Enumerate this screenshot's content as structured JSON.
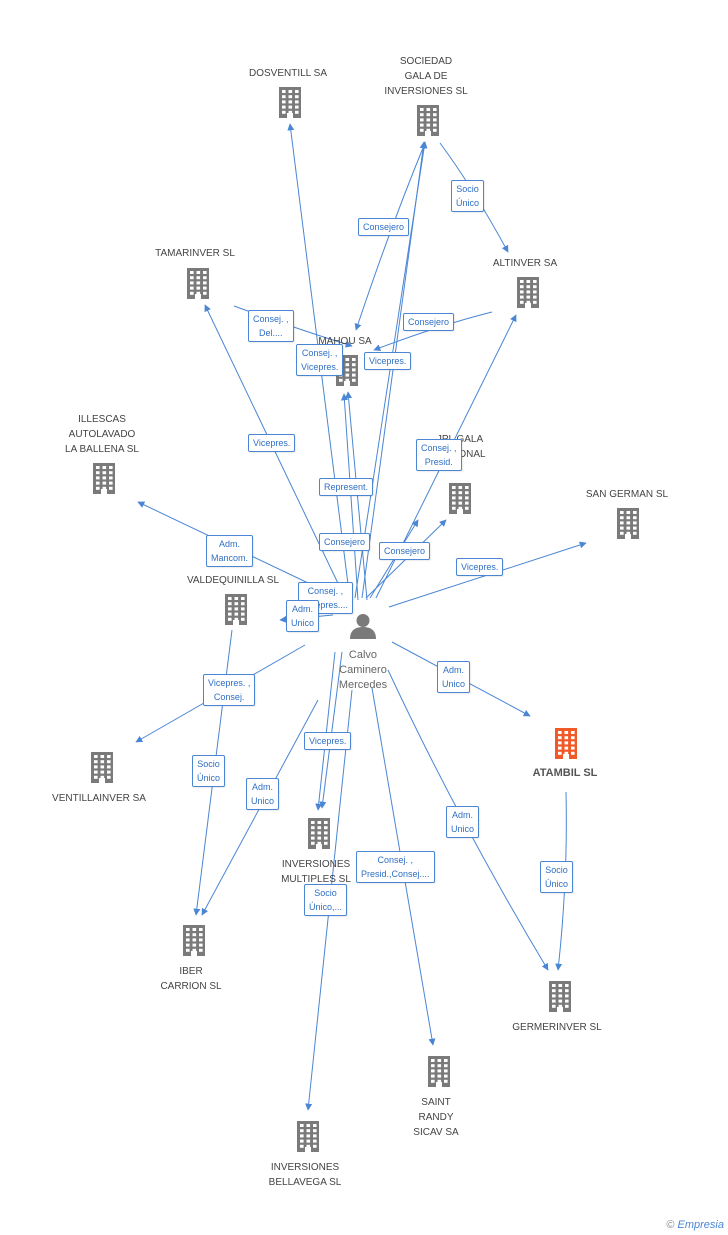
{
  "colors": {
    "edge": "#4a86d4",
    "node": "#7a7a7a",
    "focus": "#f05a28",
    "label": "#444444"
  },
  "nodes": [
    {
      "id": "dosventill",
      "label": [
        "DOSVENTILL SA"
      ],
      "icon": "building-icon"
    },
    {
      "id": "sociedad-gala",
      "label": [
        "SOCIEDAD",
        "GALA DE",
        "INVERSIONES SL"
      ],
      "icon": "building-icon"
    },
    {
      "id": "tamarinver",
      "label": [
        "TAMARINVER SL"
      ],
      "icon": "building-icon"
    },
    {
      "id": "altinver",
      "label": [
        "ALTINVER SA"
      ],
      "icon": "building-icon"
    },
    {
      "id": "mahou",
      "label": [
        "MAHOU SA"
      ],
      "icon": "building-icon"
    },
    {
      "id": "illescas",
      "label": [
        "ILLESCAS",
        "AUTOLAVADO",
        "LA BALLENA SL"
      ],
      "icon": "building-icon"
    },
    {
      "id": "jpl-gala",
      "label": [
        "JPL GALA",
        "NACIONAL"
      ],
      "icon": "building-icon"
    },
    {
      "id": "san-german",
      "label": [
        "SAN GERMAN SL"
      ],
      "icon": "building-icon"
    },
    {
      "id": "valdequinilla",
      "label": [
        "VALDEQUINILLA SL"
      ],
      "icon": "building-icon"
    },
    {
      "id": "ventillainver",
      "label": [
        "VENTILLAINVER SA"
      ],
      "icon": "building-icon"
    },
    {
      "id": "atambil",
      "label": [
        "ATAMBIL SL"
      ],
      "icon": "building-icon",
      "focus": true
    },
    {
      "id": "inversiones-multiples",
      "label": [
        "INVERSIONES",
        "MULTIPLES SL"
      ],
      "icon": "building-icon"
    },
    {
      "id": "iber-carrion",
      "label": [
        "IBER",
        "CARRION SL"
      ],
      "icon": "building-icon"
    },
    {
      "id": "germerinver",
      "label": [
        "GERMERINVER SL"
      ],
      "icon": "building-icon"
    },
    {
      "id": "saint-randy",
      "label": [
        "SAINT",
        "RANDY",
        "SICAV SA"
      ],
      "icon": "building-icon"
    },
    {
      "id": "inversiones-bellavega",
      "label": [
        "INVERSIONES",
        "BELLAVEGA SL"
      ],
      "icon": "building-icon"
    }
  ],
  "person": {
    "label": [
      "Calvo",
      "Caminero",
      "Mercedes"
    ],
    "icon": "person-icon"
  },
  "edge_labels": [
    {
      "id": "e-consejero-1",
      "lines": [
        "Consejero"
      ]
    },
    {
      "id": "e-socio-unico-1",
      "lines": [
        "Socio",
        "Único"
      ]
    },
    {
      "id": "e-consej-del",
      "lines": [
        "Consej. ,",
        "Del...."
      ]
    },
    {
      "id": "e-consejero-2",
      "lines": [
        "Consejero"
      ]
    },
    {
      "id": "e-consej-vicepres",
      "lines": [
        "Consej. ,",
        "Vicepres."
      ]
    },
    {
      "id": "e-vicepres-1",
      "lines": [
        "Vicepres."
      ]
    },
    {
      "id": "e-vicepres-2",
      "lines": [
        "Vicepres."
      ]
    },
    {
      "id": "e-consej-presid",
      "lines": [
        "Consej. ,",
        "Presid."
      ]
    },
    {
      "id": "e-represent",
      "lines": [
        "Represent."
      ]
    },
    {
      "id": "e-adm-mancom",
      "lines": [
        "Adm.",
        "Mancom."
      ]
    },
    {
      "id": "e-consejero-3",
      "lines": [
        "Consejero"
      ]
    },
    {
      "id": "e-consejero-4",
      "lines": [
        "Consejero"
      ]
    },
    {
      "id": "e-vicepres-3",
      "lines": [
        "Vicepres."
      ]
    },
    {
      "id": "e-consej-vicepres-2",
      "lines": [
        "Consej. ,",
        "Vicepres...."
      ]
    },
    {
      "id": "e-adm-unico-1",
      "lines": [
        "Adm.",
        "Unico"
      ]
    },
    {
      "id": "e-adm-unico-2",
      "lines": [
        "Adm.",
        "Unico"
      ]
    },
    {
      "id": "e-vicepres-consej",
      "lines": [
        "Vicepres. ,",
        "Consej."
      ]
    },
    {
      "id": "e-socio-unico-2",
      "lines": [
        "Socio",
        "Único"
      ]
    },
    {
      "id": "e-vicepres-4",
      "lines": [
        "Vicepres."
      ]
    },
    {
      "id": "e-adm-unico-3",
      "lines": [
        "Adm.",
        "Unico"
      ]
    },
    {
      "id": "e-adm-unico-4",
      "lines": [
        "Adm.",
        "Unico"
      ]
    },
    {
      "id": "e-socio-unico-3",
      "lines": [
        "Socio",
        "Único"
      ]
    },
    {
      "id": "e-consej-presid-consej",
      "lines": [
        "Consej. ,",
        "Presid.,Consej...."
      ]
    },
    {
      "id": "e-socio-unico-4",
      "lines": [
        "Socio",
        "Único,..."
      ]
    }
  ],
  "watermark": {
    "copyright": "©",
    "brand": "Empresia"
  }
}
